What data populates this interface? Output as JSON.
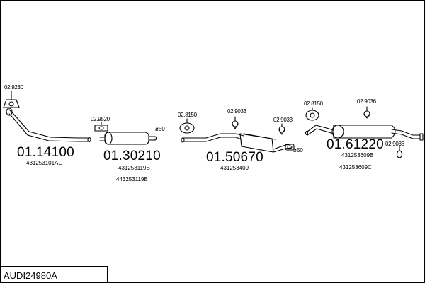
{
  "diagram_code": "AUDI24980A",
  "components": [
    {
      "number": "01.14100",
      "oem": [
        "431253101AG"
      ]
    },
    {
      "number": "01.30210",
      "oem": [
        "431253119B",
        "443253119B"
      ]
    },
    {
      "number": "01.50670",
      "oem": [
        "431253409"
      ]
    },
    {
      "number": "01.61220",
      "oem": [
        "431253609B",
        "431253609C"
      ]
    }
  ],
  "fittings": [
    "02.9230",
    "02.9520",
    "02.8150",
    "02.9033",
    "02.9033",
    "02.8150",
    "02.9036",
    "02.9036"
  ],
  "dimensions": [
    "ø50",
    "ø50"
  ]
}
